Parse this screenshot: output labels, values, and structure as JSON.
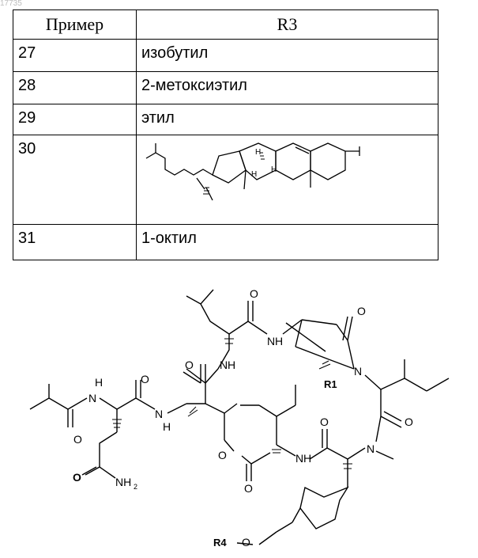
{
  "page_number": "17735",
  "table": {
    "headers": [
      "Пример",
      "R3"
    ],
    "rows": [
      {
        "example": "27",
        "r3": "изобутил"
      },
      {
        "example": "28",
        "r3": "2-метоксиэтил"
      },
      {
        "example": "29",
        "r3": "этил"
      },
      {
        "example": "30",
        "r3": "",
        "r3_structure": "cholesteryl-structure"
      },
      {
        "example": "31",
        "r3": "1-октил"
      }
    ]
  },
  "structure_labels": {
    "stereo_h1": "H",
    "stereo_h2": "H",
    "stereo_h3": "H"
  },
  "main_structure": {
    "atoms": {
      "o1": "O",
      "o2": "O",
      "o3": "O",
      "o4": "O",
      "o5": "O",
      "o6": "O",
      "o7": "O",
      "o8": "O",
      "o9": "O",
      "o10": "O",
      "nh1": "H",
      "nh1n": "N",
      "nh2": "H",
      "nh2n": "N",
      "nh3": "H",
      "nh3n": "N",
      "nh4n": "N",
      "nh4": "H",
      "nh5n": "N",
      "nh5": "H",
      "n6": "N",
      "n7": "N",
      "nh2_amide": "NH",
      "nh2_sub": "2",
      "r1": "R1",
      "r4": "R4"
    }
  }
}
